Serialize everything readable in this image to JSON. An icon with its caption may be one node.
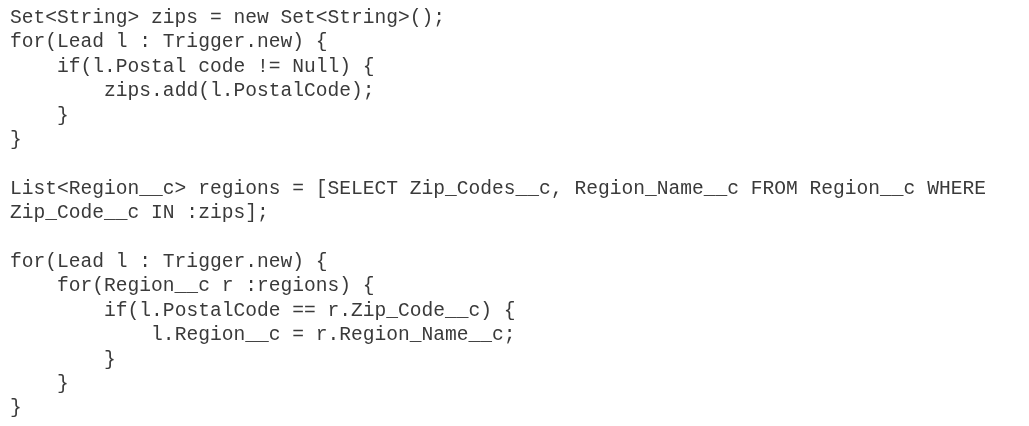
{
  "diagram": {
    "labels": [
      "Set<String> zips = new Set<String>();",
      "for(Lead l : Trigger.new) {",
      "if(l.Postal code != Null) {",
      "zips.add(l.PostalCode);",
      "}",
      "}",
      "List<Region__c> regions = [SELECT Zip_Codes__c, Region_Name__c FROM Region__c WHERE Zip_Code__c IN :zips];",
      "for(Lead l : Trigger.new) {",
      "for(Region__c r :regions) {",
      "if(l.PostalCode == r.Zip_Code__c) {",
      "l.Region__c = r.Region_Name__c;",
      "}",
      "}",
      "}"
    ]
  }
}
